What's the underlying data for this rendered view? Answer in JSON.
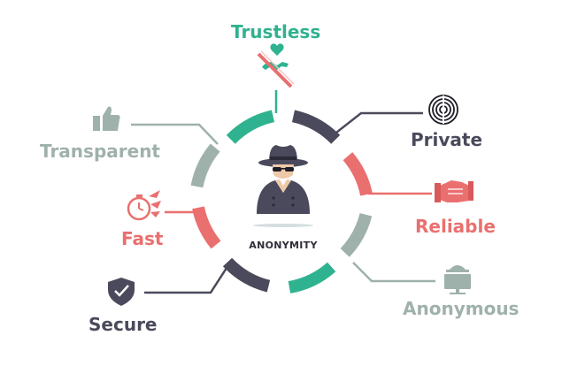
{
  "center": {
    "title": "ANONYMITY",
    "icon": "spy-icon"
  },
  "colors": {
    "teal": "#2fb290",
    "dark": "#4a4a5c",
    "salmon": "#ea6f6f",
    "gray": "#9fb1ab"
  },
  "features": {
    "trustless": {
      "label": "Trustless",
      "icon": "no-trust-icon",
      "color": "#2fb290"
    },
    "private": {
      "label": "Private",
      "icon": "fingerprint-icon",
      "color": "#4a4a5c"
    },
    "reliable": {
      "label": "Reliable",
      "icon": "handshake-icon",
      "color": "#ea6f6f"
    },
    "anonymous": {
      "label": "Anonymous",
      "icon": "anonymous-user-icon",
      "color": "#9fb1ab"
    },
    "secure": {
      "label": "Secure",
      "icon": "shield-check-icon",
      "color": "#4a4a5c"
    },
    "fast": {
      "label": "Fast",
      "icon": "stopwatch-icon",
      "color": "#ea6f6f"
    },
    "transparent": {
      "label": "Transparent",
      "icon": "thumbs-up-icon",
      "color": "#9fb1ab"
    }
  }
}
